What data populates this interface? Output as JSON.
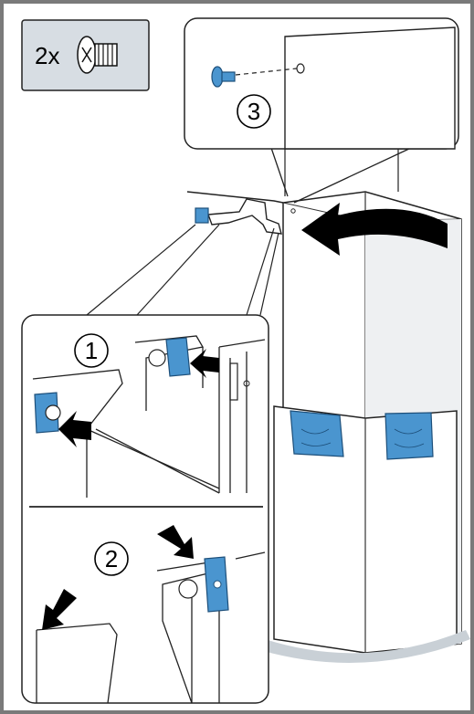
{
  "badge": {
    "quantity_label": "2x",
    "icon": "screw-icon",
    "background": "#d7dde3"
  },
  "steps": [
    {
      "label": "1"
    },
    {
      "label": "2"
    },
    {
      "label": "3"
    }
  ],
  "colors": {
    "accent_blue": "#4a95cf",
    "arrow_black": "#000000",
    "frame_gray": "#777777"
  }
}
